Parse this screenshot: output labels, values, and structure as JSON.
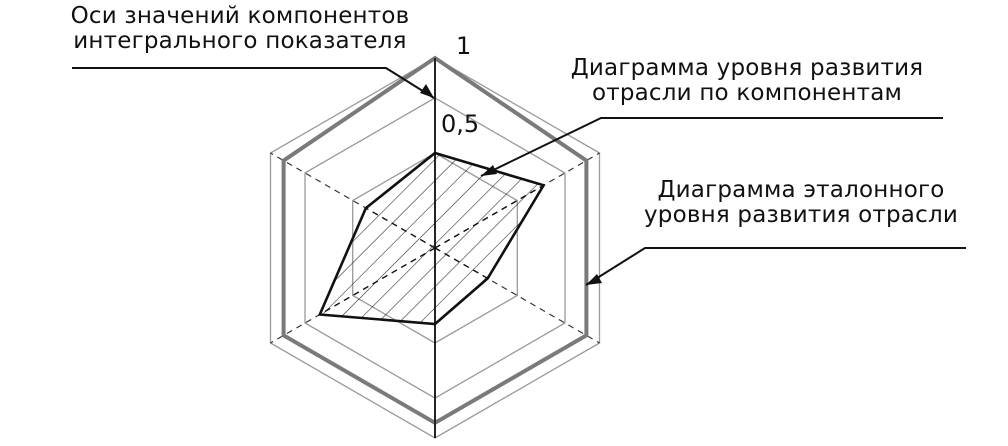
{
  "labels": {
    "axes_label_line1": "Оси значений компонентов",
    "axes_label_line2": "интегрального показателя",
    "industry_label_line1": "Диаграмма уровня развития",
    "industry_label_line2": "отрасли по компонентам",
    "reference_label_line1": "Диаграмма эталонного",
    "reference_label_line2": "уровня развития отрасли"
  },
  "axis_ticks": {
    "max": "1",
    "mid": "0,5"
  },
  "chart_data": {
    "type": "radar",
    "axes": 6,
    "scale": [
      0,
      1
    ],
    "tick_values": [
      0.5,
      1
    ],
    "series": [
      {
        "values": [
          1.0,
          0.92,
          0.92,
          0.92,
          0.92,
          0.92
        ]
      },
      {
        "values": [
          0.5,
          0.66,
          0.32,
          0.4,
          0.7,
          0.42
        ]
      }
    ],
    "colors": {
      "reference": "#7a7a7a",
      "industry": "#111111",
      "grid": "#9a9a9a",
      "hatch": "#222222"
    }
  }
}
